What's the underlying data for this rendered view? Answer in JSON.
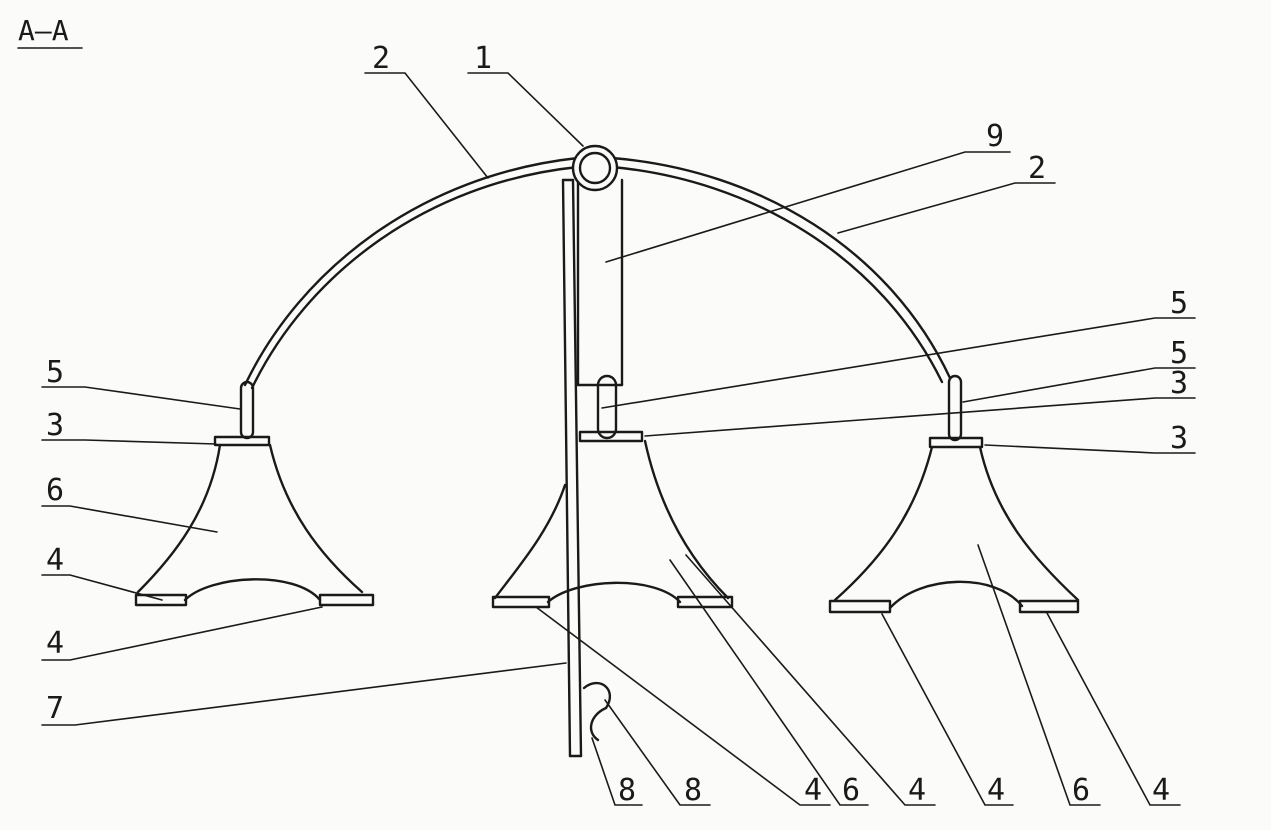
{
  "section_title": "A–A",
  "labels": {
    "l_1": "1",
    "l_2a": "2",
    "l_2b": "2",
    "l_9": "9",
    "l_5a": "5",
    "l_5b": "5",
    "l_5c": "5",
    "l_3a": "3",
    "l_3b": "3",
    "l_3c": "3",
    "l_6a": "6",
    "l_4a": "4",
    "l_4b": "4",
    "l_7": "7",
    "l_8a": "8",
    "l_8b": "8",
    "l_4c": "4",
    "l_6b": "6",
    "l_4d": "4",
    "l_4e": "4",
    "l_6c": "6",
    "l_4f": "4"
  }
}
